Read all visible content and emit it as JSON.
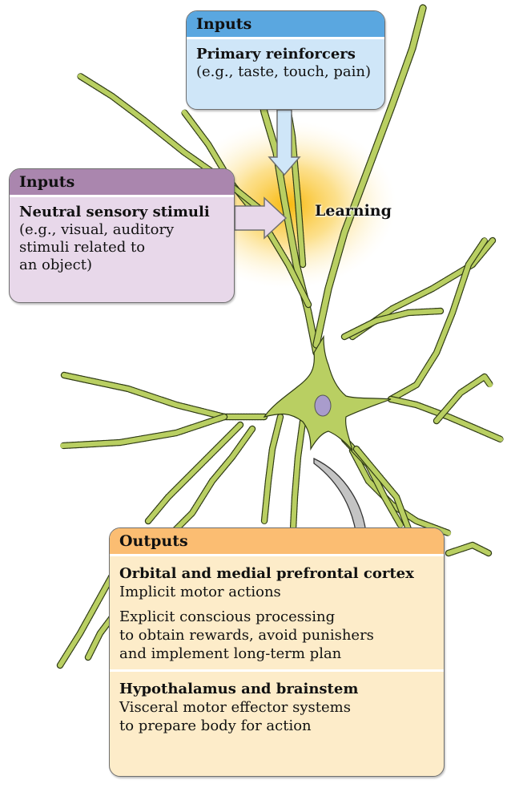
{
  "diagram": {
    "learning_label": "Learning",
    "inputs_primary": {
      "header": "Inputs",
      "title": "Primary reinforcers",
      "description": "(e.g., taste, touch, pain)"
    },
    "inputs_neutral": {
      "header": "Inputs",
      "title": "Neutral sensory stimuli",
      "description": "(e.g., visual, auditory\nstimuli related to\nan object)"
    },
    "outputs": {
      "header": "Outputs",
      "section1": {
        "title": "Orbital and medial prefrontal cortex",
        "line1": "Implicit motor actions",
        "line2": "Explicit conscious processing\nto obtain rewards, avoid punishers\nand implement long-term plan"
      },
      "section2": {
        "title": "Hypothalamus and brainstem",
        "description": "Visceral motor effector systems\nto prepare body for action"
      }
    },
    "colors": {
      "dendrite_fill": "#b9cf62",
      "dendrite_outline": "#2e3a14",
      "nucleus": "#a99ccc",
      "glow": "#f8c21a",
      "primary_header": "#5aa7e0",
      "primary_body": "#cfe6f8",
      "neutral_header": "#aa86ae",
      "neutral_body": "#e8d8ea",
      "outputs_header": "#fbbd72",
      "outputs_body": "#fdecc9",
      "output_arrow": "#c4c4c4"
    }
  }
}
